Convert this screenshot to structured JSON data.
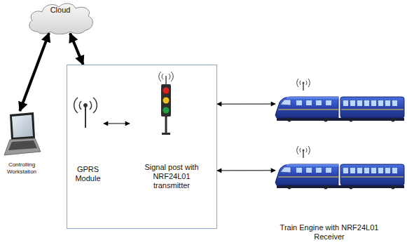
{
  "diagram": {
    "nodes": [
      {
        "text": [
          "Cloud"
        ]
      },
      {
        "text": [
          "Controlling Workstation"
        ]
      },
      {
        "text": []
      },
      {
        "text": [
          "GPRS Module"
        ],
        "in": 2
      },
      {
        "text": [
          "Signal post with NRF24L01 transmitter"
        ],
        "in": 2
      },
      {
        "text": []
      },
      {
        "text": [
          "Train Engine with NRF24L01 Receiver"
        ]
      }
    ],
    "edges": [
      {
        "from": 0,
        "to": 1,
        "arrow": "both"
      },
      {
        "from": 0,
        "to": 2,
        "arrow": "both"
      },
      {
        "from": 3,
        "to": 4,
        "arrow": "both"
      },
      {
        "from": 2,
        "to": 5,
        "arrow": "both"
      },
      {
        "from": 2,
        "to": 6,
        "arrow": "both"
      }
    ]
  }
}
